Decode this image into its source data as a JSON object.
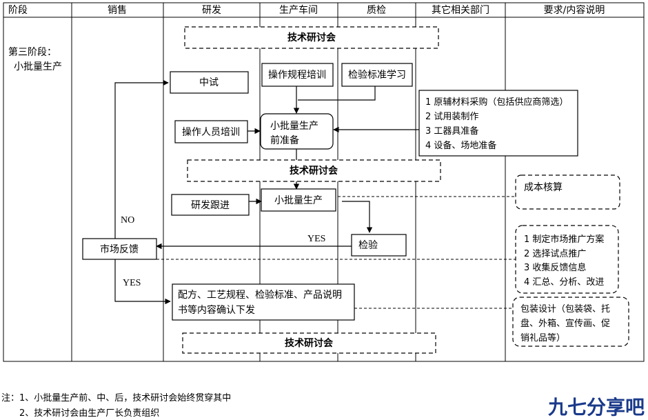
{
  "headers": {
    "stage": "阶段",
    "sales": "销售",
    "rnd": "研发",
    "workshop": "生产车间",
    "qc": "质检",
    "other": "其它相关部门",
    "requirement": "要求/内容说明"
  },
  "stage": {
    "line1": "第三阶段：",
    "line2": "小批量生产"
  },
  "nodes": {
    "seminar_top": "技术研讨会",
    "pilot_test": "中试",
    "op_training": "操作规程培训",
    "qc_study": "检验标准学习",
    "prep_line1": "小批量生产",
    "prep_line2": "前准备",
    "staff_training": "操作人员培训",
    "seminar_mid": "技术研讨会",
    "small_batch": "小批量生产",
    "rnd_follow": "研发跟进",
    "inspection": "检验",
    "market_feedback": "市场反馈",
    "confirm_line1": "配方、工艺规程、检验标准、产品说明",
    "confirm_line2": "书等内容确认下发",
    "seminar_bottom": "技术研讨会"
  },
  "other_dept_list": [
    "1 原辅材料采购（包括供应商筛选）",
    "2 试用装制作",
    "3 工器具准备",
    "4 设备、场地准备"
  ],
  "requirements": {
    "cost": "成本核算",
    "promotion": [
      "1 制定市场推广方案",
      "2 选择试点推广",
      "3 收集反馈信息",
      "4 汇总、分析、改进"
    ],
    "packaging": [
      "包装设计（包装袋、托",
      "盘、外箱、宣传画、促",
      "销礼品等）"
    ]
  },
  "labels": {
    "no": "NO",
    "yes_top": "YES",
    "yes_bottom": "YES"
  },
  "notes": {
    "line1": "注：1、小批量生产前、中、后，技术研讨会始终贯穿其中",
    "line2": "2、技术研讨会由生产厂长负责组织"
  },
  "logo": "九七分享吧",
  "colors": {
    "logo": "#1a3a8a"
  }
}
